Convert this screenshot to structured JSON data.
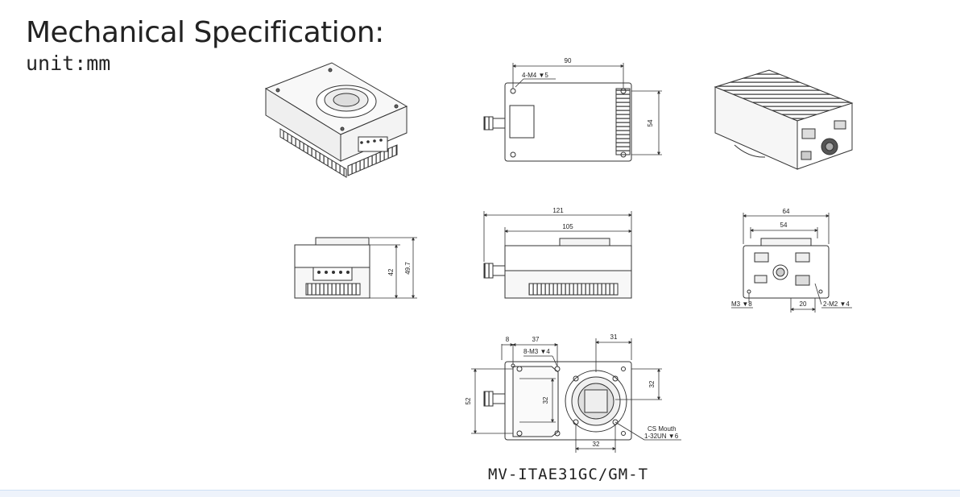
{
  "header": {
    "title": "Mechanical Specification:",
    "unit": "unit:mm"
  },
  "model": "MV-ITAE31GC/GM-T",
  "dimensions": {
    "top_width": "90",
    "top_height": "54",
    "top_hole": "4-M4 ▼5",
    "side_len_total": "121",
    "side_len_body": "105",
    "side_h_body": "42",
    "side_h_total": "49.7",
    "back_w_total": "64",
    "back_w_body": "54",
    "back_hole_left": "M3 ▼8",
    "back_spacing": "20",
    "back_hole_right": "2-M2 ▼4",
    "front_offset": "8",
    "front_spacing": "37",
    "front_right": "31",
    "front_holes": "8-M3 ▼4",
    "front_h_left": "32",
    "front_h_total": "52",
    "front_h_right": "32",
    "front_bottom": "32",
    "mount_label_1": "CS Mouth",
    "mount_label_2": "1-32UN ▼6"
  },
  "colors": {
    "line": "#333333",
    "fill_light": "#f4f4f4",
    "fill_dark": "#cccccc"
  }
}
